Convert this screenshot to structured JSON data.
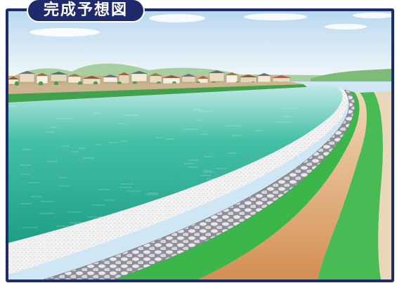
{
  "title": "完成予想図",
  "colors": {
    "frame": "#1f2a6b",
    "sky_top": "#bcdcf2",
    "sky_bottom": "#f4f8fa",
    "river": "#2fb59a",
    "grass": "#3cb54a",
    "path": "#d9995c",
    "gravel": "#e9e9e9",
    "stone": "#c9c9cf"
  },
  "scene": {
    "elements": [
      "sky",
      "clouds",
      "hills",
      "houses",
      "river",
      "gravel-bank",
      "stone-revetment",
      "grass-strip",
      "walking-path"
    ]
  }
}
